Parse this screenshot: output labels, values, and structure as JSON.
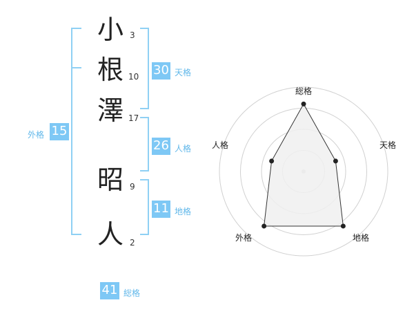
{
  "name": {
    "chars": [
      {
        "char": "小",
        "strokes": "3"
      },
      {
        "char": "根",
        "strokes": "10"
      },
      {
        "char": "澤",
        "strokes": "17"
      },
      {
        "char": "昭",
        "strokes": "9"
      },
      {
        "char": "人",
        "strokes": "2"
      }
    ]
  },
  "fortune": {
    "tenkaku": {
      "value": "30",
      "label": "天格"
    },
    "jinkaku": {
      "value": "26",
      "label": "人格"
    },
    "chikaku": {
      "value": "11",
      "label": "地格"
    },
    "gaikaku": {
      "value": "15",
      "label": "外格"
    },
    "soukaku": {
      "value": "41",
      "label": "総格"
    }
  },
  "colors": {
    "accent": "#7ec8f5",
    "accent_text": "#62b8ea",
    "bracket": "#8fd0f4",
    "grid": "#d0d0d0",
    "polygon_fill": "#f0f0f0",
    "polygon_stroke": "#333333"
  },
  "chart_data": {
    "type": "radar",
    "axes": [
      "総格",
      "天格",
      "地格",
      "外格",
      "人格"
    ],
    "values": [
      4,
      2,
      4,
      4,
      2
    ],
    "rmax": 5,
    "rings": 4,
    "grid": true
  }
}
